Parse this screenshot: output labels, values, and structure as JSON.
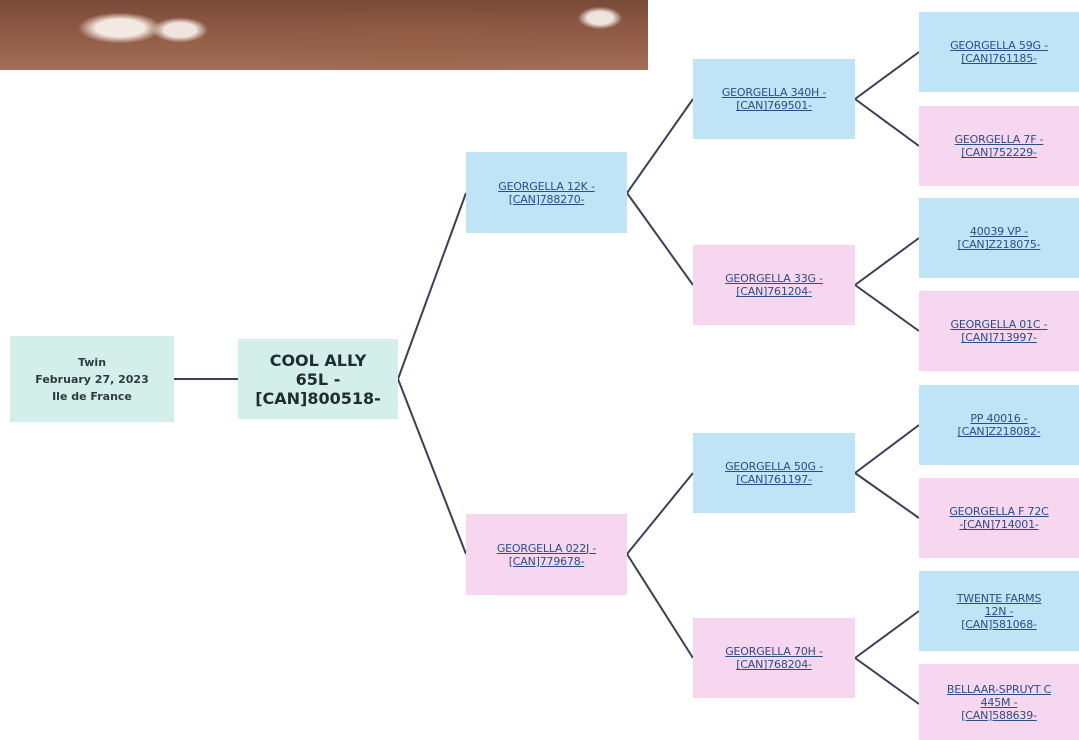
{
  "colors": {
    "sire_box": "#bfe4f5",
    "dam_box": "#f7d6ef",
    "subject_box": "#d4efe9",
    "link_text": "#2a4e86",
    "connector": "#3a3f5a"
  },
  "banner_photo": {
    "description": "cattle hooves on dirt ground (cropped)"
  },
  "pedigree": {
    "root": {
      "line1": "Twin",
      "line2": "February 27, 2023",
      "line3": "Ile de France"
    },
    "subject": {
      "line1": "COOL ALLY",
      "line2": "65L -",
      "line3": "[CAN]800518-"
    },
    "sire": {
      "line1": "GEORGELLA 12K -",
      "line2": "[CAN]788270-"
    },
    "dam": {
      "line1": "GEORGELLA 022J -",
      "line2": "[CAN]779678-"
    },
    "sire_sire": {
      "line1": "GEORGELLA 340H -",
      "line2": "[CAN]769501-"
    },
    "sire_dam": {
      "line1": "GEORGELLA 33G -",
      "line2": "[CAN]761204-"
    },
    "dam_sire": {
      "line1": "GEORGELLA 50G -",
      "line2": "[CAN]761197-"
    },
    "dam_dam": {
      "line1": "GEORGELLA 70H -",
      "line2": "[CAN]768204-"
    },
    "ggp": [
      {
        "line1": "GEORGELLA 59G -",
        "line2": "[CAN]761185-",
        "line3": ""
      },
      {
        "line1": "GEORGELLA 7F -",
        "line2": "[CAN]752229-",
        "line3": ""
      },
      {
        "line1": "40039 VP -",
        "line2": "[CAN]Z218075-",
        "line3": ""
      },
      {
        "line1": "GEORGELLA 01C -",
        "line2": "[CAN]713997-",
        "line3": ""
      },
      {
        "line1": "PP 40016 -",
        "line2": "[CAN]Z218082-",
        "line3": ""
      },
      {
        "line1": "GEORGELLA F 72C",
        "line2": "-[CAN]714001-",
        "line3": ""
      },
      {
        "line1": "TWENTE FARMS",
        "line2": "12N -",
        "line3": "[CAN]581068-"
      },
      {
        "line1": "BELLAAR-SPRUYT C",
        "line2": "445M -",
        "line3": "[CAN]588639-"
      }
    ]
  }
}
